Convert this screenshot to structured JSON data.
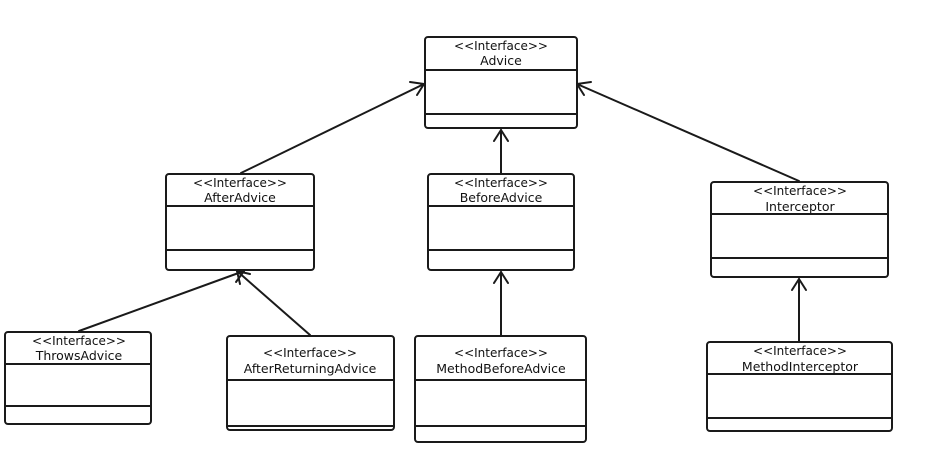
{
  "diagram": {
    "colors": {
      "stroke": "#1a1a1a",
      "background": "#ffffff",
      "text": "#111111"
    },
    "classes": [
      {
        "id": "advice",
        "stereotype": "<<Interface>>",
        "name": "Advice"
      },
      {
        "id": "after-advice",
        "stereotype": "<<Interface>>",
        "name": "AfterAdvice"
      },
      {
        "id": "before-advice",
        "stereotype": "<<Interface>>",
        "name": "BeforeAdvice"
      },
      {
        "id": "interceptor",
        "stereotype": "<<Interface>>",
        "name": "Interceptor"
      },
      {
        "id": "throws-advice",
        "stereotype": "<<Interface>>",
        "name": "ThrowsAdvice"
      },
      {
        "id": "after-returning-advice",
        "stereotype": "<<Interface>>",
        "name": "AfterReturningAdvice"
      },
      {
        "id": "method-before-advice",
        "stereotype": "<<Interface>>",
        "name": "MethodBeforeAdvice"
      },
      {
        "id": "method-interceptor",
        "stereotype": "<<Interface>>",
        "name": "MethodInterceptor"
      }
    ],
    "relations": [
      {
        "from": "after-advice",
        "to": "advice",
        "type": "extends"
      },
      {
        "from": "before-advice",
        "to": "advice",
        "type": "extends"
      },
      {
        "from": "interceptor",
        "to": "advice",
        "type": "extends"
      },
      {
        "from": "throws-advice",
        "to": "after-advice",
        "type": "extends"
      },
      {
        "from": "after-returning-advice",
        "to": "after-advice",
        "type": "extends"
      },
      {
        "from": "method-before-advice",
        "to": "before-advice",
        "type": "extends"
      },
      {
        "from": "method-interceptor",
        "to": "interceptor",
        "type": "extends"
      }
    ]
  }
}
